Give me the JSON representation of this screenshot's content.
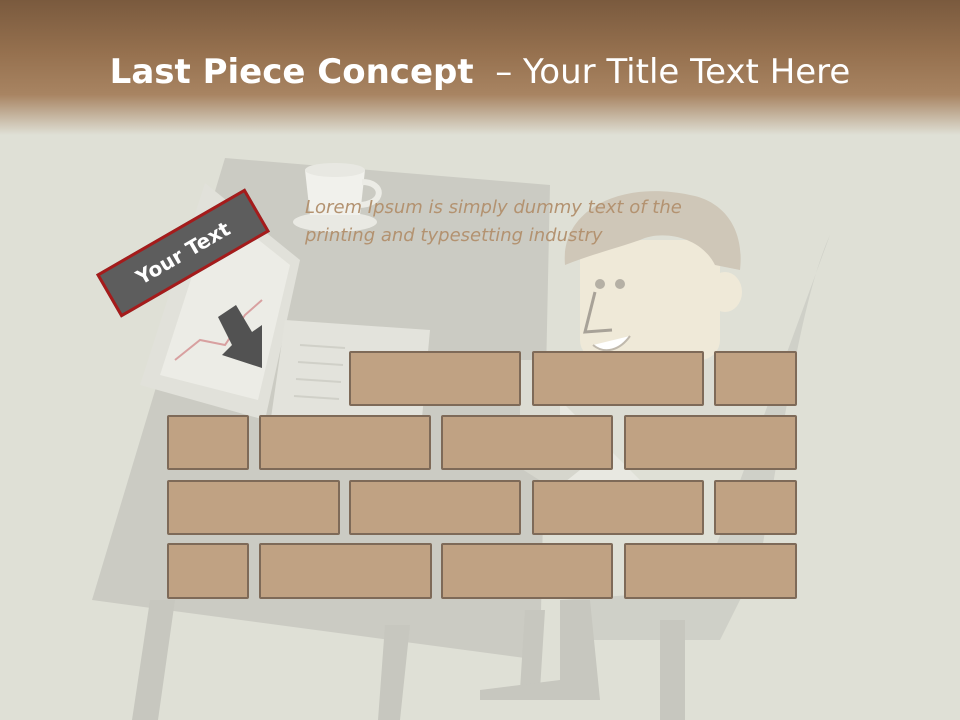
{
  "title": {
    "bold": "Last Piece Concept",
    "rest": "– Your Title Text Here"
  },
  "body_text": "Lorem Ipsum is simply dummy text of the printing and typesetting industry",
  "label": "Your Text",
  "colors": {
    "brick_fill": "#c0a283",
    "brick_border": "#7e6a58",
    "header_brown": "#7a5a3e",
    "label_bg": "#5d5d5d",
    "label_border": "#a51b1b",
    "text_tan": "#b39270"
  },
  "icons": [
    "coffee-cup-icon",
    "down-arrow-icon",
    "chart-icon"
  ]
}
